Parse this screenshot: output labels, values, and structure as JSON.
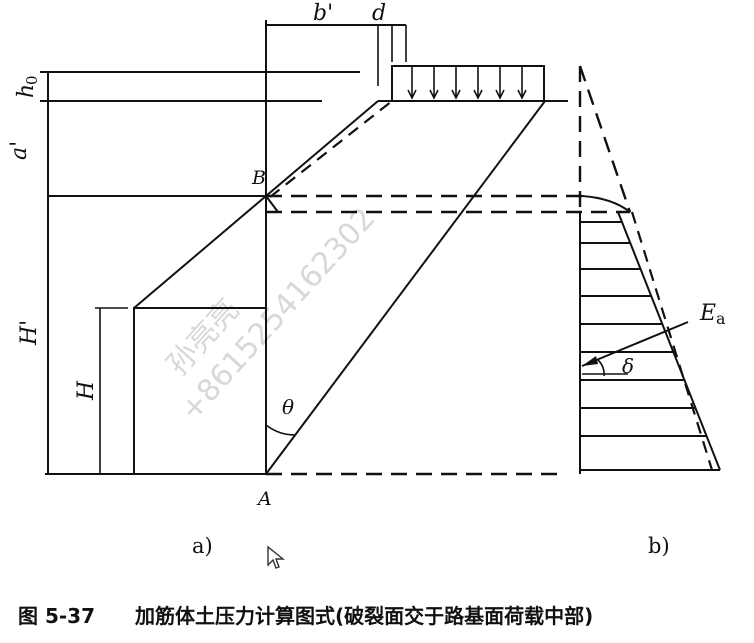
{
  "labels": {
    "b_prime": "b'",
    "d": "d",
    "h0": "h",
    "h0_sub": "0",
    "a_prime": "a'",
    "B": "B",
    "H_prime": "H'",
    "H": "H",
    "theta": "θ",
    "A": "A",
    "Ea": "E",
    "Ea_sub": "a",
    "delta": "δ",
    "panel_a": "a)",
    "panel_b": "b)"
  },
  "watermark": "+8615254162302",
  "watermark_name": "孙亮亮",
  "caption": {
    "number": "图 5-37",
    "text": "加筋体土压力计算图式(破裂面交于路基面荷载中部)"
  },
  "icons": {
    "cursor": "mouse-pointer-icon"
  }
}
